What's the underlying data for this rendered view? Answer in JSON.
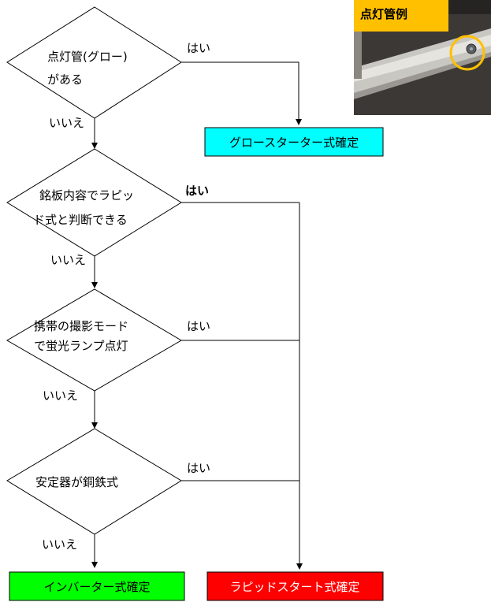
{
  "decisions": [
    {
      "line1": "点灯管(グロー)",
      "line2": "がある",
      "yes": "はい",
      "no": "いいえ"
    },
    {
      "line1": "銘板内容でラピッ",
      "line2": "ド式と判断できる",
      "yes": "はい",
      "no": "いいえ"
    },
    {
      "line1": "携帯の撮影モード",
      "line2": "で蛍光ランプ点灯",
      "yes": "はい",
      "no": "いいえ"
    },
    {
      "line1": "安定器が銅鉄式",
      "line2": "",
      "yes": "はい",
      "no": "いいえ"
    }
  ],
  "results": {
    "glow": {
      "label": "グロースターター式確定",
      "color": "#00ffff"
    },
    "inverter": {
      "label": "インバーター式確定",
      "color": "#00ff00"
    },
    "rapid": {
      "label": "ラピッドスタート式確定",
      "color": "#ff0000"
    }
  },
  "photo": {
    "title": "点灯管例",
    "title_bg": "#ffc000",
    "ring_color": "#ffc000"
  }
}
